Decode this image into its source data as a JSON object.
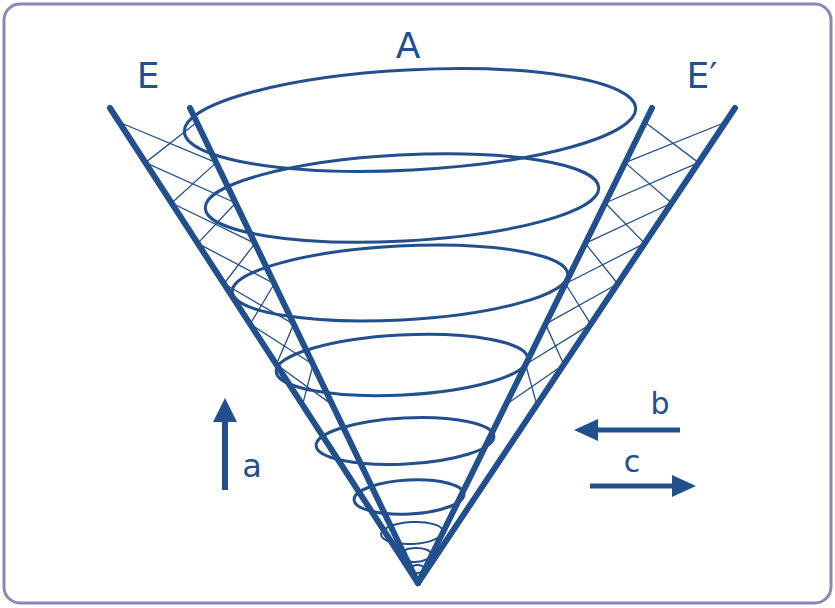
{
  "diagram": {
    "labels": [
      "E",
      "A",
      "E′",
      "a",
      "b",
      "c"
    ]
  }
}
